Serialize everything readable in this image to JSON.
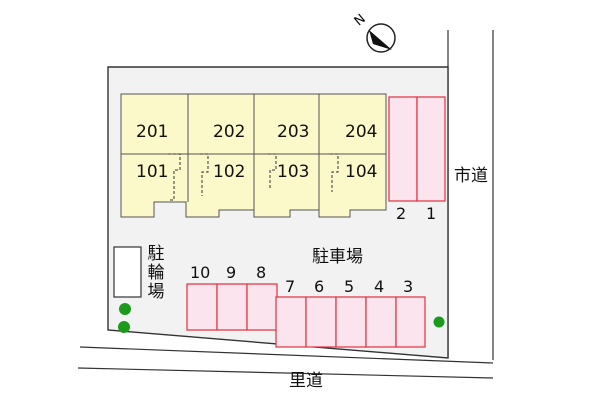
{
  "compass": {
    "label": "N"
  },
  "units_upper": [
    "201",
    "202",
    "203",
    "204"
  ],
  "units_lower": [
    "101",
    "102",
    "103",
    "104"
  ],
  "parking": {
    "title": "駐車場",
    "side_spaces": [
      "2",
      "1"
    ],
    "bottom_left_spaces": [
      "10",
      "9",
      "8"
    ],
    "bottom_right_spaces": [
      "7",
      "6",
      "5",
      "4",
      "3"
    ]
  },
  "bicycle_parking": {
    "label_lines": [
      "駐",
      "輪",
      "場"
    ]
  },
  "roads": {
    "city_road": "市道",
    "village_road": "里道"
  },
  "colors": {
    "building_fill": "#fbf8c9",
    "parking_fill": "#fce4ef",
    "parking_stroke": "#e2303c",
    "lot_fill": "#f2f2f2",
    "tree": "#1c9a1c"
  }
}
